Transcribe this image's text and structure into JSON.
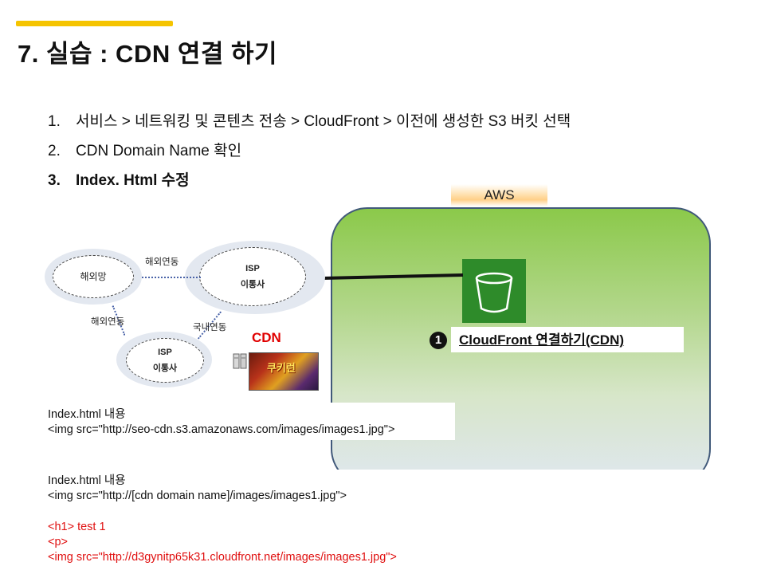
{
  "title": "7. 실습 : CDN 연결 하기",
  "steps": [
    {
      "num": "1.",
      "text": "서비스 > 네트워킹 및 콘텐츠 전송 > CloudFront > 이전에 생성한 S3 버킷 선택"
    },
    {
      "num": "2.",
      "text": "CDN Domain Name 확인"
    },
    {
      "num": "3.",
      "text": "Index. Html 수정"
    }
  ],
  "aws": {
    "label": "AWS",
    "s3_icon": "s3-bucket-icon",
    "step_number": "1",
    "cloudfront_label": "CloudFront 연결하기(CDN)"
  },
  "network": {
    "overseas": "해외망",
    "isp_top": {
      "line1": "ISP",
      "line2": "이통사"
    },
    "isp_bottom": {
      "line1": "ISP",
      "line2": "이통사"
    },
    "link_overseas_top": "해외연동",
    "link_overseas_left": "해외연동",
    "link_domestic": "국내연동",
    "cdn": "CDN",
    "game_title": "쿠키런"
  },
  "code_blocks": [
    {
      "lines": [
        "Index.html 내용",
        "<img src=\"http://seo-cdn.s3.amazonaws.com/images/images1.jpg\">"
      ]
    },
    {
      "lines": [
        "Index.html 내용",
        "<img src=\"http://[cdn domain name]/images/images1.jpg\">"
      ]
    },
    {
      "lines": [
        "<h1> test 1",
        "<p>",
        "<img src=\"http://d3gynitp65k31.cloudfront.net/images/images1.jpg\">"
      ]
    }
  ],
  "colors": {
    "accent": "#f5c400",
    "aws_green": "#8bc94a",
    "cdn_red": "#e00000",
    "code_red": "#e01010"
  }
}
